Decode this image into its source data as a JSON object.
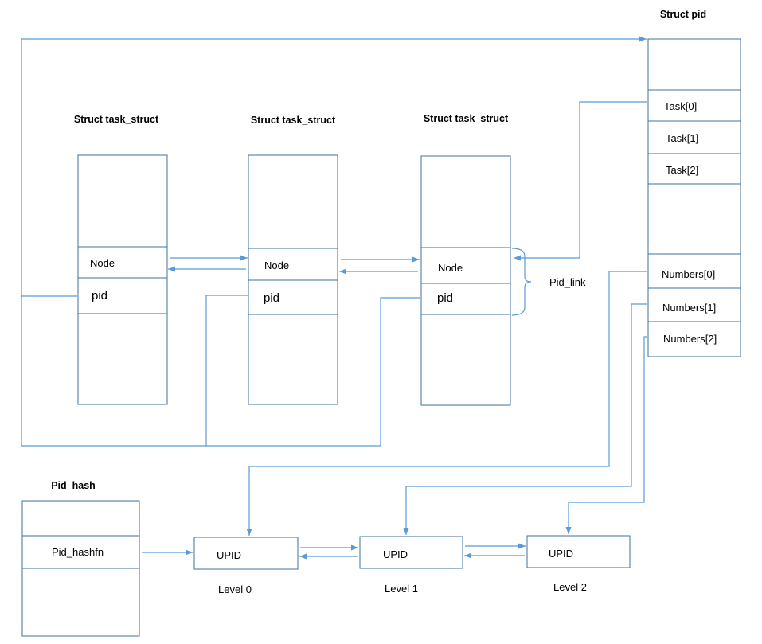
{
  "task_struct_title": "Struct task_struct",
  "node_label": "Node",
  "pid_label": "pid",
  "struct_pid": {
    "title": "Struct pid",
    "tasks": [
      "Task[0]",
      "Task[1]",
      "Task[2]"
    ],
    "numbers": [
      "Numbers[0]",
      "Numbers[1]",
      "Numbers[2]"
    ]
  },
  "pid_link_label": "Pid_link",
  "pid_hash": {
    "title": "Pid_hash",
    "field": "Pid_hashfn"
  },
  "upid_label": "UPID",
  "levels": [
    "Level 0",
    "Level 1",
    "Level 2"
  ],
  "colors": {
    "box_stroke": "#41719c",
    "connector": "#5b9bd5"
  }
}
